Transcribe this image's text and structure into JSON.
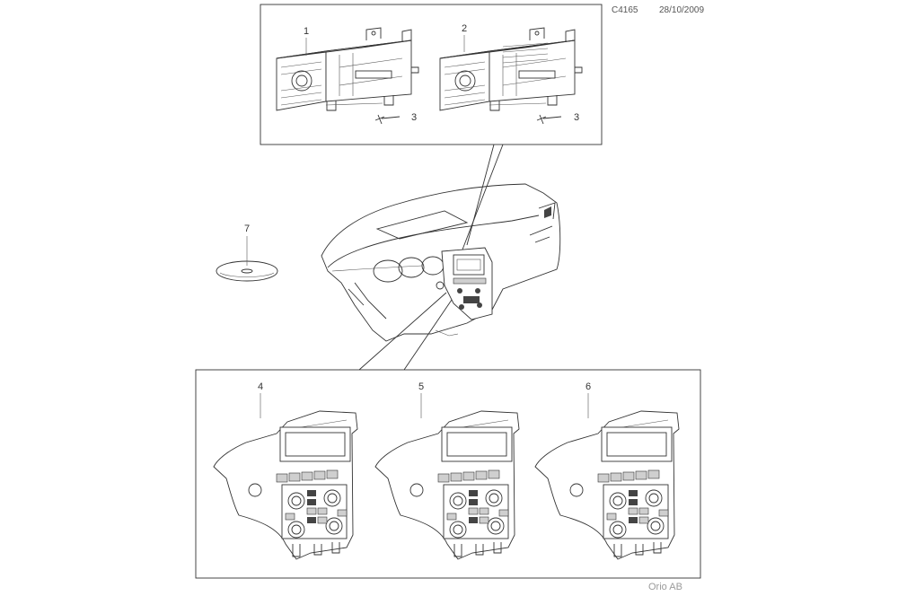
{
  "header": {
    "code": "C4165",
    "date": "28/10/2009"
  },
  "footer": {
    "brand": "Orio AB"
  },
  "callouts": {
    "c1": "1",
    "c2": "2",
    "c3a": "3",
    "c3b": "3",
    "c4": "4",
    "c5": "5",
    "c6": "6",
    "c7": "7"
  },
  "colors": {
    "line": "#333333",
    "text": "#333333",
    "muted": "#9a9a9a"
  }
}
